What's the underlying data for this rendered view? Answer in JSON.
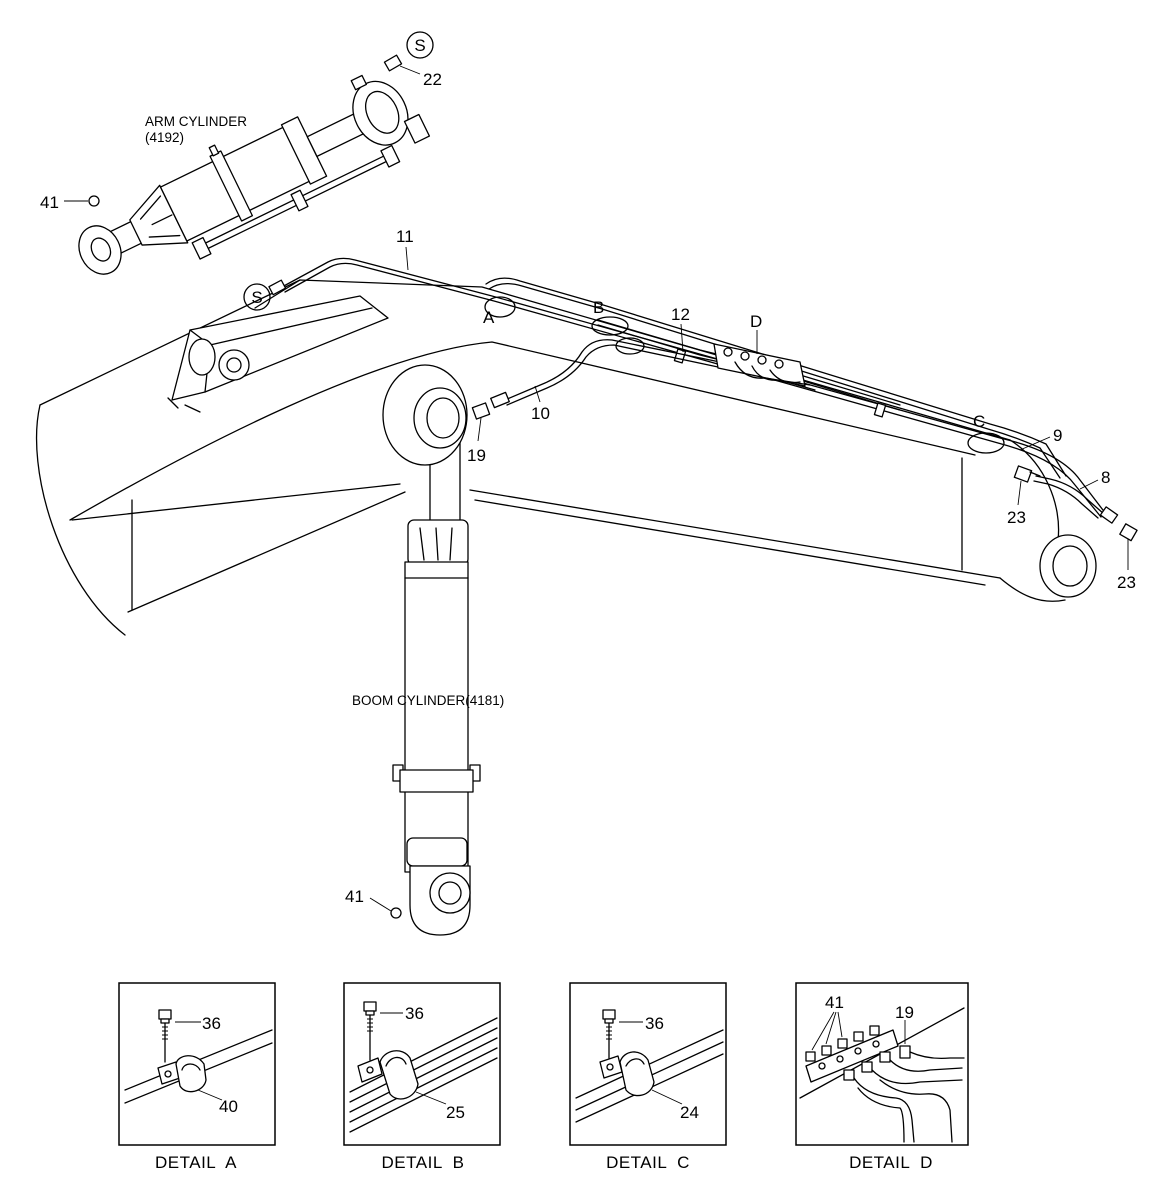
{
  "arm_cylinder": {
    "name": "ARM CYLINDER",
    "code": "(4192)"
  },
  "boom_cylinder": {
    "label": "BOOM CYLINDER(4181)"
  },
  "service_mark": "S",
  "callouts": {
    "p22": "22",
    "p41_arm": "41",
    "p11": "11",
    "pA": "A",
    "pB": "B",
    "p12": "12",
    "pD": "D",
    "p10": "10",
    "p19": "19",
    "pC": "C",
    "p9": "9",
    "p8": "8",
    "p23_left": "23",
    "p23_right": "23",
    "p41_boom": "41"
  },
  "details": [
    {
      "title": "DETAIL  A",
      "bolt": "36",
      "clamp": "40"
    },
    {
      "title": "DETAIL  B",
      "bolt": "36",
      "clamp": "25"
    },
    {
      "title": "DETAIL  C",
      "bolt": "36",
      "clamp": "24"
    },
    {
      "title": "DETAIL  D",
      "fittings": "41",
      "connector": "19"
    }
  ]
}
